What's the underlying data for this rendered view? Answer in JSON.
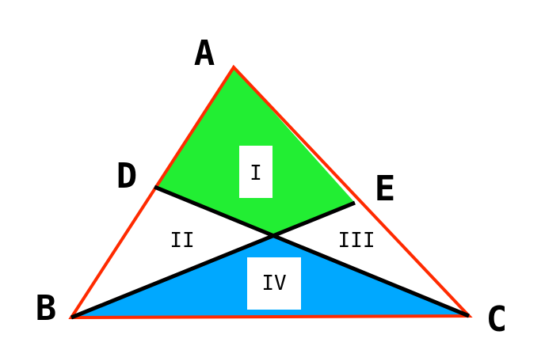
{
  "vertices": {
    "a": "A",
    "b": "B",
    "c": "C",
    "d": "D",
    "e": "E"
  },
  "regions": {
    "r1": "I",
    "r2": "II",
    "r3": "III",
    "r4": "IV"
  },
  "colors": {
    "triangle_outline": "#ff2a00",
    "segment": "#000000",
    "region_top": "#22ee33",
    "region_bottom": "#00a8ff",
    "label_box": "#ffffff"
  }
}
